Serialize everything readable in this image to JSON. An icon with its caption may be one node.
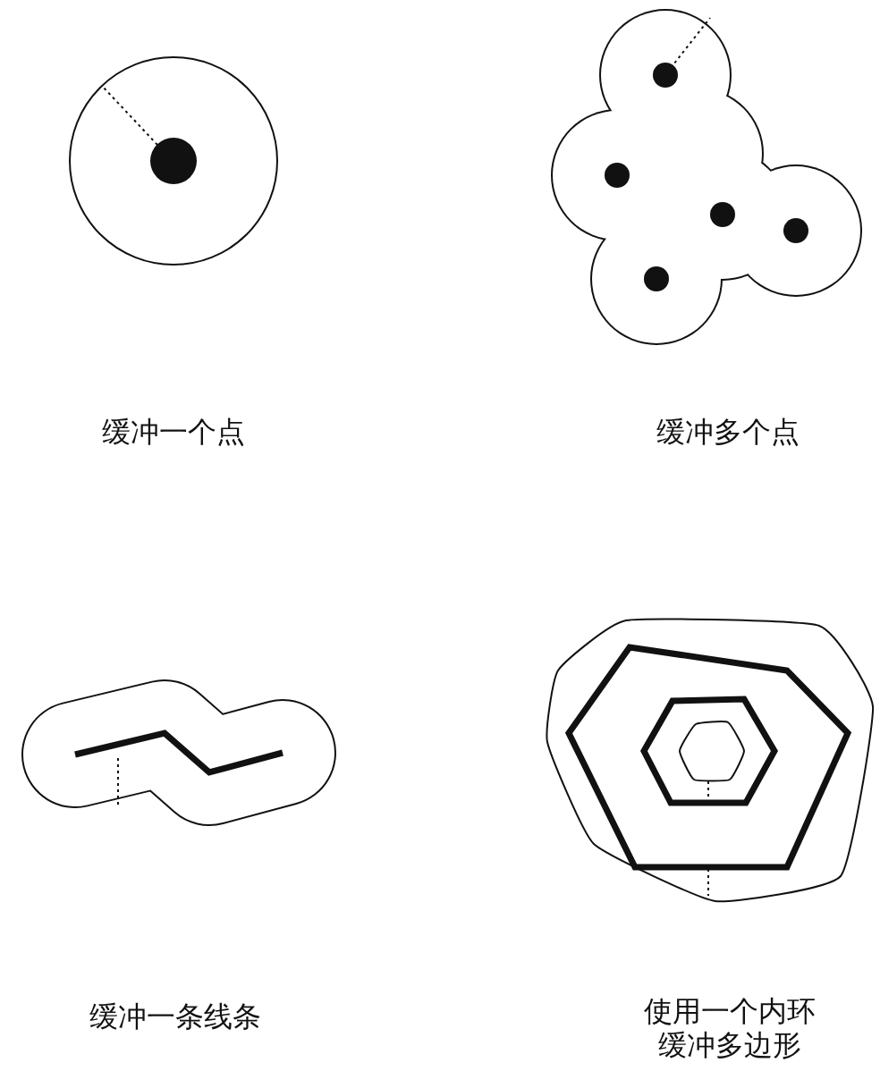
{
  "diagram": {
    "labels": [
      "缓冲一个点",
      "缓冲多个点",
      "缓冲一条线条",
      "使用一个内环缓冲多边形"
    ]
  }
}
